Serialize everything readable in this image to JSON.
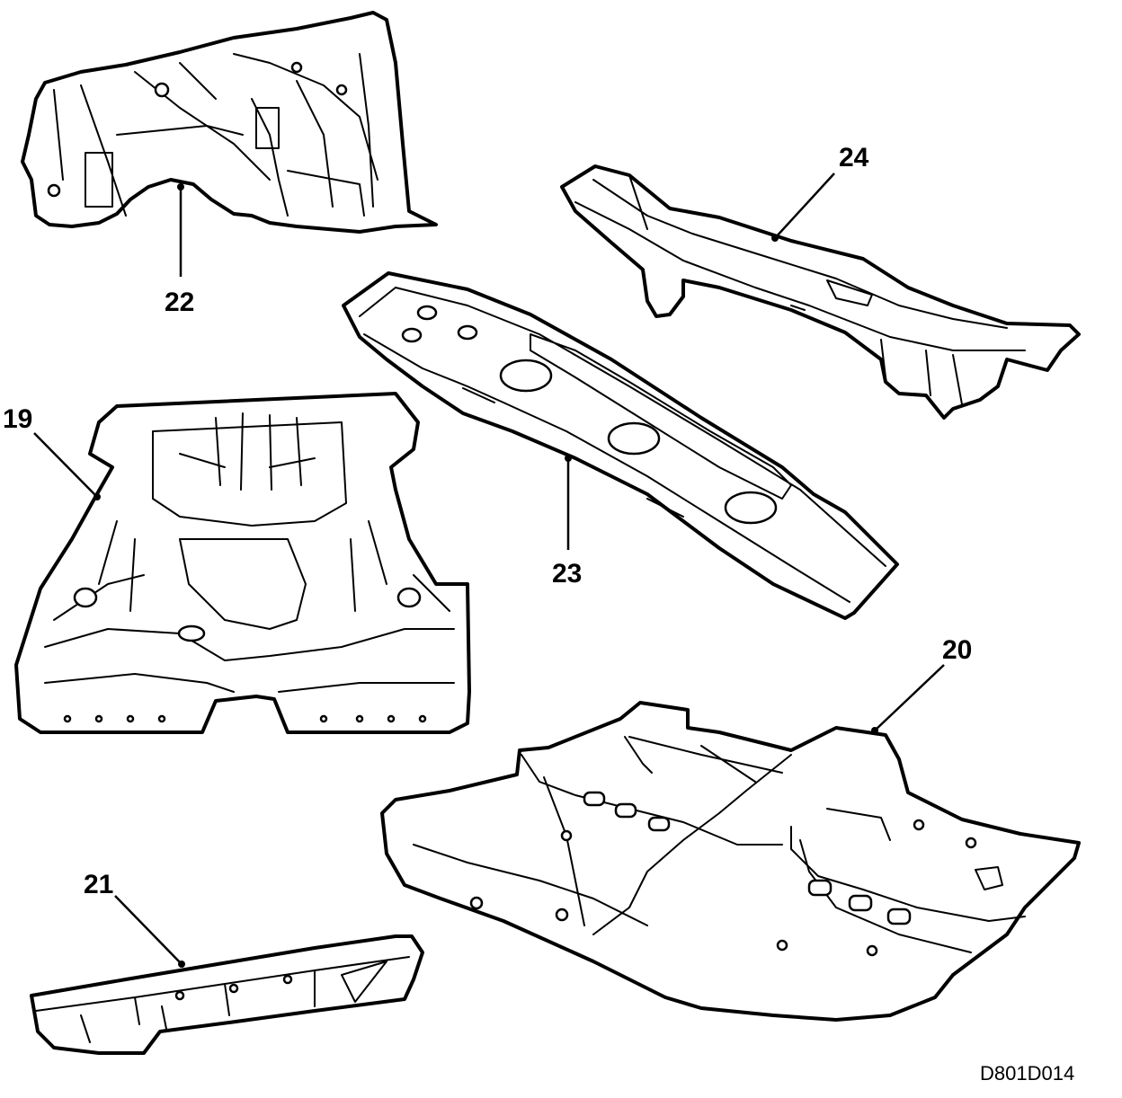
{
  "callouts": {
    "c19": "19",
    "c20": "20",
    "c21": "21",
    "c22": "22",
    "c23": "23",
    "c24": "24"
  },
  "reference_code": "D801D014"
}
